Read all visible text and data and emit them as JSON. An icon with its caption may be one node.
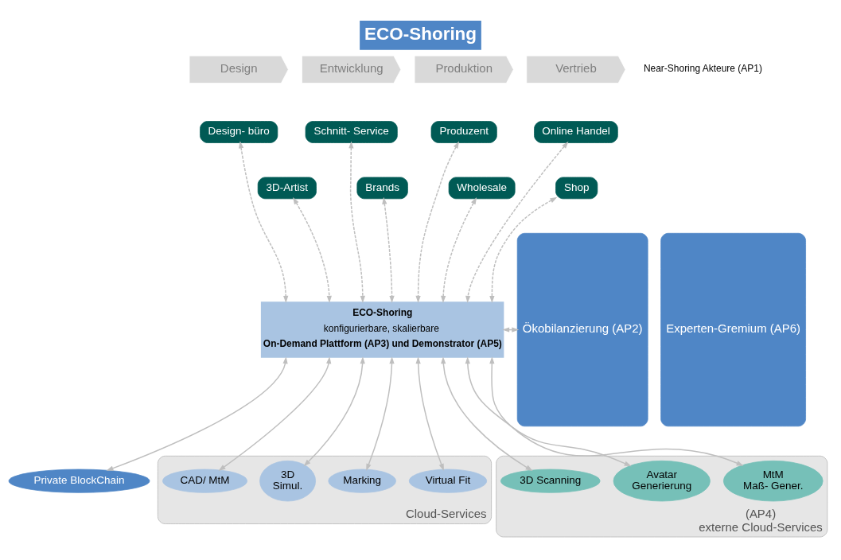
{
  "diagram": {
    "title": "ECO-Shoring",
    "nodes": [
      {
        "text": [
          "Design"
        ]
      },
      {
        "text": [
          "Entwicklung"
        ]
      },
      {
        "text": [
          "Produktion"
        ]
      },
      {
        "text": [
          "Vertrieb"
        ]
      },
      {
        "text": [
          "Ökobilanzierung (AP2)"
        ]
      },
      {
        "text": [
          "Experten-Gremium (AP6)"
        ]
      },
      {
        "text": [
          "Design- büro"
        ]
      },
      {
        "text": [
          "Schnitt- Service"
        ]
      },
      {
        "text": [
          "3D-Artist"
        ]
      },
      {
        "text": [
          "Produzent"
        ]
      },
      {
        "text": [
          "Brands"
        ]
      },
      {
        "text": [
          "Online Handel"
        ]
      },
      {
        "text": [
          "Wholesale"
        ]
      },
      {
        "text": [
          "Shop"
        ]
      },
      {
        "text": [
          "ECO-Shoring",
          "konfigurierbare, skalierbare",
          "On-Demand Plattform (AP3) und Demonstrator (AP5)"
        ]
      },
      {
        "text": [
          "Private BlockChain"
        ]
      },
      {
        "text": [
          "Cloud-Services"
        ]
      },
      {
        "text": [
          "CAD/ MtM"
        ],
        "in": 16
      },
      {
        "text": [
          "3D",
          "Simul."
        ],
        "in": 16
      },
      {
        "text": [
          "Marking"
        ],
        "in": 16
      },
      {
        "text": [
          "Virtual Fit"
        ],
        "in": 16
      },
      {
        "text": [
          "(AP4)",
          "externe Cloud-Services"
        ]
      },
      {
        "text": [
          "3D Scanning"
        ],
        "in": 21
      },
      {
        "text": [
          "Avatar",
          "Generierung"
        ],
        "in": 21
      },
      {
        "text": [
          "MtM",
          "Maß- Gener."
        ],
        "in": 21
      }
    ],
    "edges": [
      {
        "from": 4,
        "to": 14,
        "arrow": "both"
      },
      {
        "from": 6,
        "to": 14,
        "arrow": "both",
        "style": "dashed"
      },
      {
        "from": 8,
        "to": 14,
        "arrow": "both",
        "style": "dashed"
      },
      {
        "from": 7,
        "to": 14,
        "arrow": "both",
        "style": "dashed"
      },
      {
        "from": 10,
        "to": 14,
        "arrow": "both",
        "style": "dashed"
      },
      {
        "from": 9,
        "to": 14,
        "arrow": "both",
        "style": "dashed"
      },
      {
        "from": 12,
        "to": 14,
        "arrow": "both",
        "style": "dashed"
      },
      {
        "from": 11,
        "to": 14,
        "arrow": "both",
        "style": "dashed"
      },
      {
        "from": 13,
        "to": 14,
        "arrow": "both",
        "style": "dashed"
      },
      {
        "from": 14,
        "to": 15,
        "arrow": "both"
      },
      {
        "from": 14,
        "to": 17,
        "arrow": "both"
      },
      {
        "from": 14,
        "to": 18,
        "arrow": "both"
      },
      {
        "from": 14,
        "to": 19,
        "arrow": "both"
      },
      {
        "from": 14,
        "to": 20,
        "arrow": "both"
      },
      {
        "from": 14,
        "to": 22,
        "arrow": "both"
      },
      {
        "from": 14,
        "to": 23,
        "arrow": "both"
      },
      {
        "from": 14,
        "to": 24,
        "arrow": "both"
      }
    ],
    "labels": [
      "Near-Shoring Akteure (AP1)"
    ]
  }
}
